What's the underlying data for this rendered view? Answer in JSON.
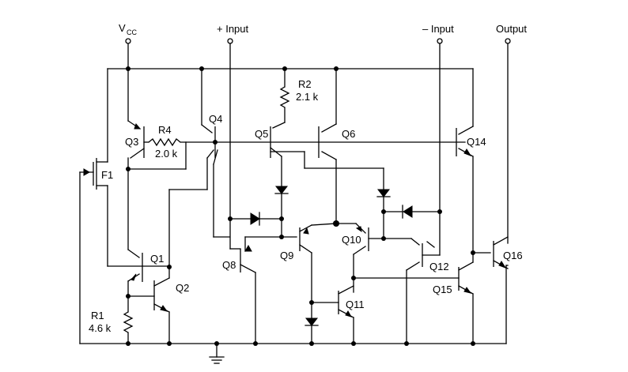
{
  "terminals": {
    "vcc": "V",
    "vcc_sub": "CC",
    "plus_input": "+ Input",
    "minus_input": "– Input",
    "output": "Output"
  },
  "components": {
    "r2": {
      "name": "R2",
      "value": "2.1 k"
    },
    "r4": {
      "name": "R4",
      "value": "2.0 k"
    },
    "r1": {
      "name": "R1",
      "value": "4.6 k"
    },
    "f1": "F1",
    "q1": "Q1",
    "q2": "Q2",
    "q3": "Q3",
    "q4": "Q4",
    "q5": "Q5",
    "q6": "Q6",
    "q8": "Q8",
    "q9": "Q9",
    "q10": "Q10",
    "q11": "Q11",
    "q12": "Q12",
    "q14": "Q14",
    "q15": "Q15",
    "q16": "Q16"
  }
}
